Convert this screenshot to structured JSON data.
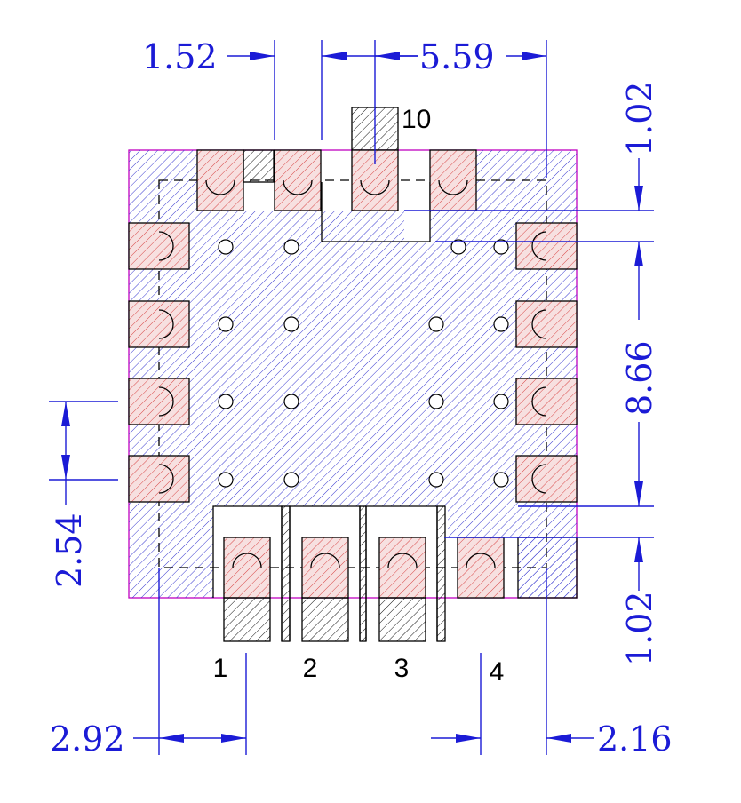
{
  "dimensions": {
    "top_left": "1.52",
    "top_right": "5.59",
    "right_top": "1.02",
    "right_middle": "8.66",
    "right_bottom": "1.02",
    "left_pitch": "2.54",
    "bottom_left": "2.92",
    "bottom_right": "2.16"
  },
  "pins": {
    "pin_1": "1",
    "pin_2": "2",
    "pin_3": "3",
    "pin_4": "4",
    "pin_10": "10"
  },
  "colors": {
    "dimension": "#1b1bd6",
    "body_hatch": "#3a3ad0",
    "pad_hatch": "#e04040",
    "pad_fill": "#f7e0e0",
    "outline": "#000000",
    "package_edge": "#c000c0"
  }
}
